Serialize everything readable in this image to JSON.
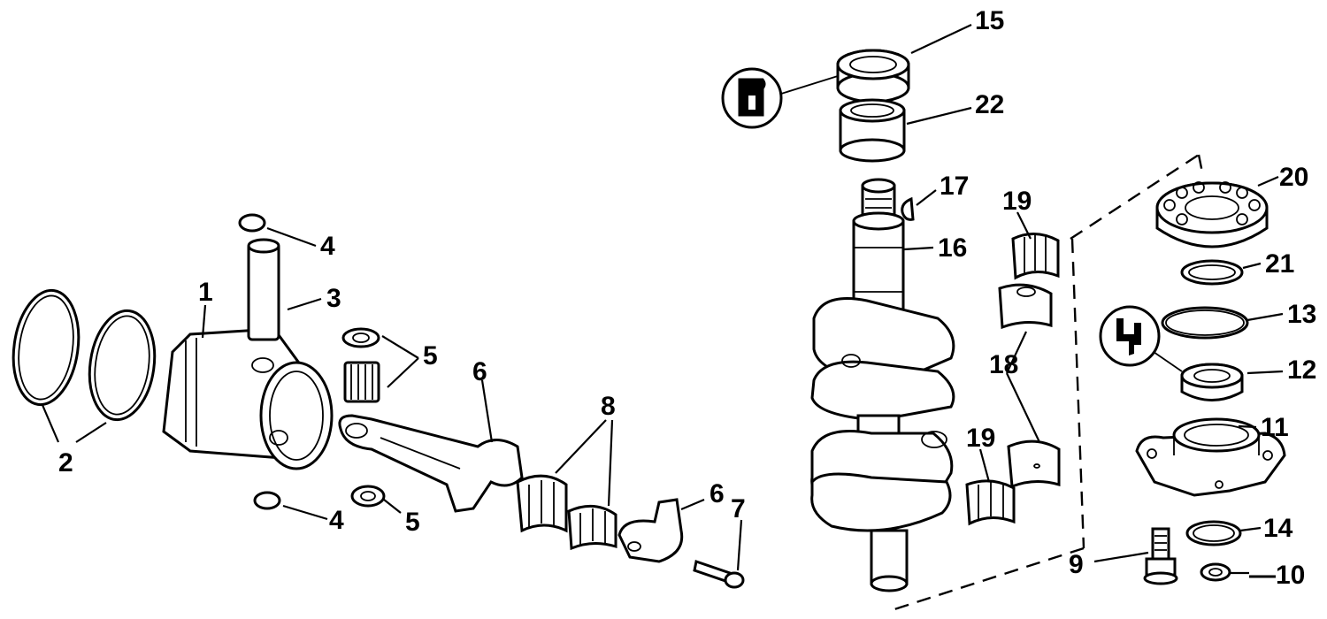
{
  "diagram": {
    "callouts": [
      {
        "id": "c1",
        "text": "1"
      },
      {
        "id": "c2",
        "text": "2"
      },
      {
        "id": "c3",
        "text": "3"
      },
      {
        "id": "c4a",
        "text": "4"
      },
      {
        "id": "c4b",
        "text": "4"
      },
      {
        "id": "c5a",
        "text": "5"
      },
      {
        "id": "c5b",
        "text": "5"
      },
      {
        "id": "c6a",
        "text": "6"
      },
      {
        "id": "c6b",
        "text": "6"
      },
      {
        "id": "c7",
        "text": "7"
      },
      {
        "id": "c8",
        "text": "8"
      },
      {
        "id": "c9",
        "text": "9"
      },
      {
        "id": "c10",
        "text": "10"
      },
      {
        "id": "c11",
        "text": "11"
      },
      {
        "id": "c12",
        "text": "12"
      },
      {
        "id": "c13",
        "text": "13"
      },
      {
        "id": "c14",
        "text": "14"
      },
      {
        "id": "c15",
        "text": "15"
      },
      {
        "id": "c16",
        "text": "16"
      },
      {
        "id": "c17",
        "text": "17"
      },
      {
        "id": "c18",
        "text": "18"
      },
      {
        "id": "c19a",
        "text": "19"
      },
      {
        "id": "c19b",
        "text": "19"
      },
      {
        "id": "c20",
        "text": "20"
      },
      {
        "id": "c21",
        "text": "21"
      },
      {
        "id": "c22",
        "text": "22"
      }
    ],
    "dash_prefix": "—"
  }
}
